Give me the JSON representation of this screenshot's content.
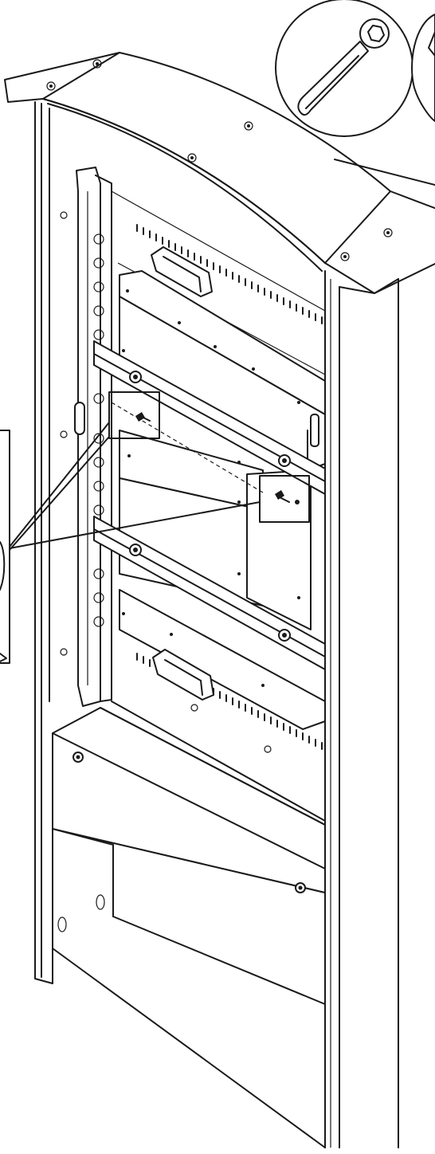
{
  "drawing": {
    "colors": {
      "line": "#1a1a1a",
      "background": "#ffffff"
    },
    "parts": [
      "canopy-top",
      "cabinet-frame",
      "right-pillar",
      "mounting-rail",
      "equipment-module-upper",
      "equipment-module-lower",
      "mounting-bracket-upper",
      "mounting-bracket-lower",
      "base-panel",
      "support-leg"
    ],
    "callouts": [
      "socket-wrench-tool",
      "second-tool-partial"
    ],
    "detail_boxes": [
      "screw-detail-left",
      "screw-detail-right"
    ]
  }
}
